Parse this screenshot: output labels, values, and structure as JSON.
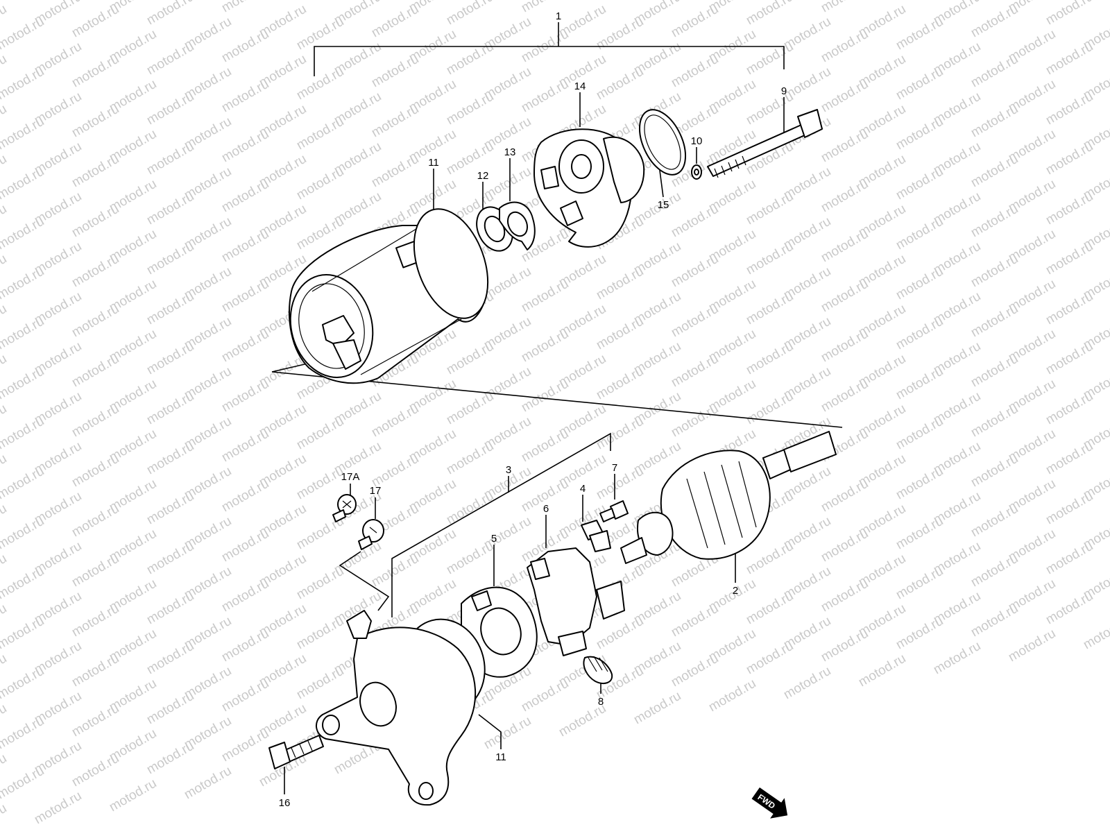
{
  "diagram": {
    "watermark": "motod.ru",
    "callouts": [
      "1",
      "2",
      "3",
      "4",
      "5",
      "6",
      "7",
      "8",
      "9",
      "10",
      "11",
      "11",
      "12",
      "13",
      "14",
      "15",
      "16",
      "17",
      "17A"
    ],
    "fwd_badge": "FWD"
  }
}
